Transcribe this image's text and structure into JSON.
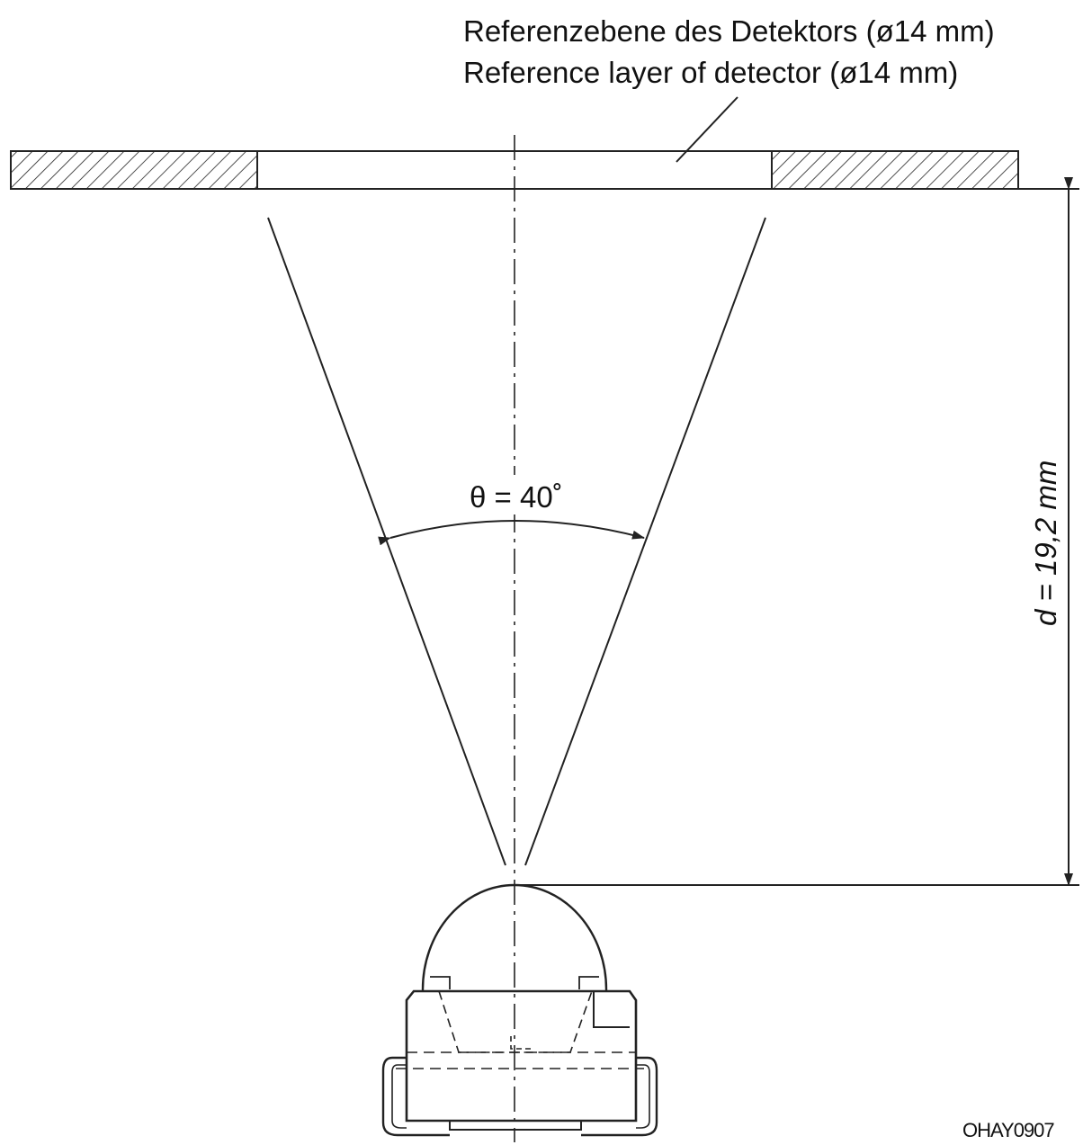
{
  "labels": {
    "reference_plane_de": "Referenzebene des Detektors (ø14 mm)",
    "reference_plane_en": "Reference layer of detector (ø14 mm)",
    "angle": "θ = 40˚",
    "distance": "d = 19,2 mm",
    "drawing_code": "OHAY0907"
  },
  "colors": {
    "ink": "#222222",
    "background": "#ffffff"
  }
}
